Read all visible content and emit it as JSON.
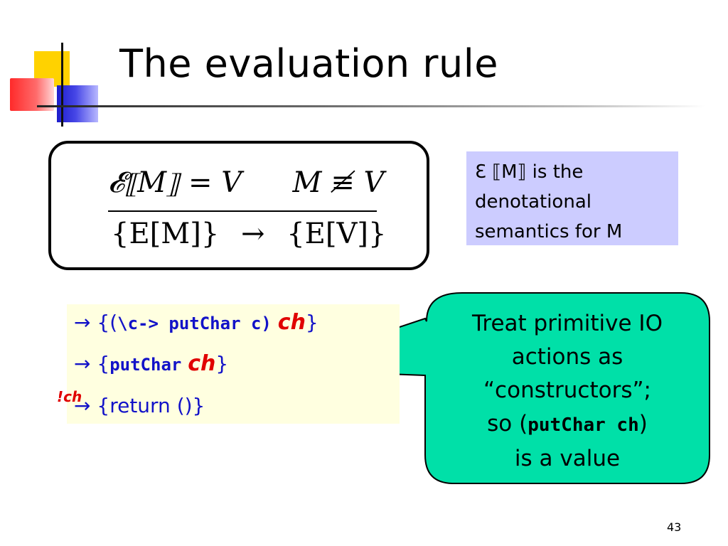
{
  "slide": {
    "title": "The evaluation rule",
    "page_number": "43"
  },
  "rule": {
    "premise_left": "𝓔⟦M⟧ = V",
    "premise_right": "M ≢ V",
    "conclusion_left": "{E[M]}",
    "arrow": "→",
    "conclusion_right": "{E[V]}"
  },
  "denotation_note": {
    "line1": "Ɛ ⟦M⟧ is the",
    "line2": "denotational",
    "line3": "semantics for M"
  },
  "reduction": {
    "arrow": "→",
    "line1_open": "{(",
    "line1_code": "\\c-> putChar c)",
    "line1_arg": "ch",
    "line1_close": "}",
    "line2_open": "{",
    "line2_code": "putChar",
    "line2_arg": "ch",
    "line2_close": "}",
    "line3_text": "{return ()}",
    "transition_label": "!ch"
  },
  "callout": {
    "line1": "Treat primitive IO",
    "line2": "actions as",
    "line3": "“constructors”;",
    "line4_prefix": "so (",
    "line4_code": "putChar ch",
    "line4_suffix": ")",
    "line5": "is a value"
  },
  "colors": {
    "code_blue": "#1212c8",
    "highlight_red": "#e00000",
    "callout_fill": "#00e0a8",
    "note_fill": "#ccccff",
    "code_panel_fill": "#ffffe0"
  }
}
